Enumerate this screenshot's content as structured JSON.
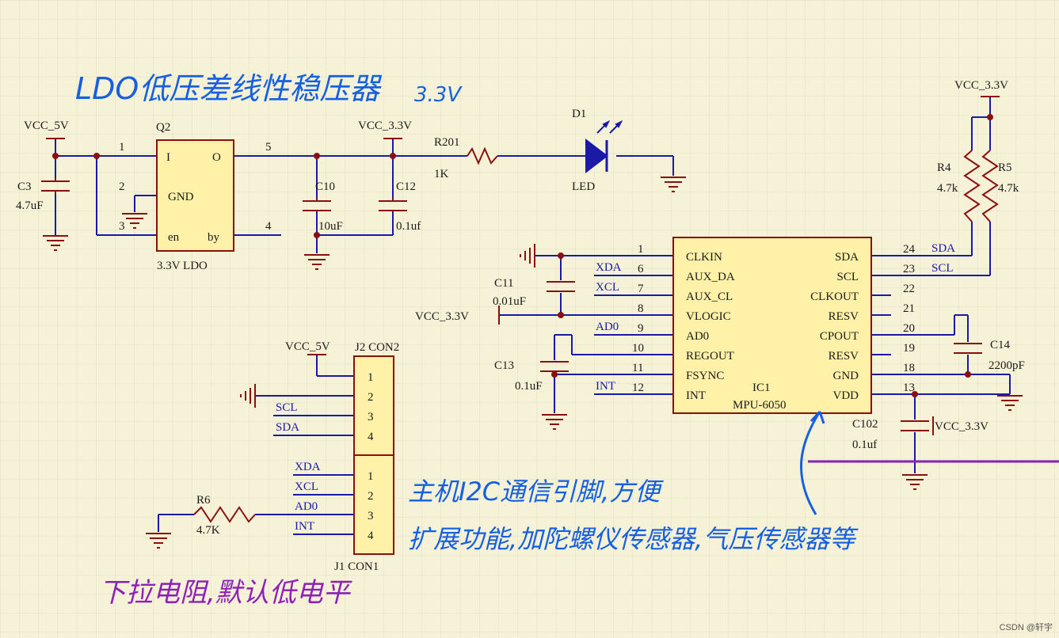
{
  "colors": {
    "wire": "#1a1aa6",
    "part": "#8a1010",
    "text": "#1a1a1a",
    "net": "#1a1aa6",
    "hand_blue": "#1560e0",
    "hand_purple": "#8e1fb8",
    "ic_fill": "#fff2a8",
    "grid": "#e3dfbf",
    "bg": "#f6f2d8"
  },
  "annotations": {
    "ldo_title": "LDO低压差线性稳压器",
    "v33": "3.3V",
    "i2c_note_1": "主机I2C通信引脚,方便",
    "i2c_note_2": "扩展功能,加陀螺仪传感器,气压传感器等",
    "pulldown_note": "下拉电阻,默认低电平"
  },
  "nets": {
    "vcc5": "VCC_5V",
    "vcc33": "VCC_3.3V",
    "sda": "SDA",
    "scl": "SCL",
    "xda": "XDA",
    "xcl": "XCL",
    "ad0": "AD0",
    "int": "INT"
  },
  "q2": {
    "ref": "Q2",
    "value": "3.3V LDO",
    "pin_i": "I",
    "pin_o": "O",
    "pin_gnd": "GND",
    "pin_en": "en",
    "pin_by": "by",
    "n1": "1",
    "n2": "2",
    "n3": "3",
    "n4": "4",
    "n5": "5"
  },
  "c3": {
    "ref": "C3",
    "value": "4.7uF"
  },
  "c10": {
    "ref": "C10",
    "value": "10uF"
  },
  "c12": {
    "ref": "C12",
    "value": "0.1uf"
  },
  "r201": {
    "ref": "R201",
    "value": "1K"
  },
  "d1": {
    "ref": "D1",
    "value": "LED"
  },
  "r4": {
    "ref": "R4",
    "value": "4.7k"
  },
  "r5": {
    "ref": "R5",
    "value": "4.7k"
  },
  "c11": {
    "ref": "C11",
    "value": "0.01uF"
  },
  "c13": {
    "ref": "C13",
    "value": "0.1uF"
  },
  "c14": {
    "ref": "C14",
    "value": "2200pF"
  },
  "c102": {
    "ref": "C102",
    "value": "0.1uf"
  },
  "r6": {
    "ref": "R6",
    "value": "4.7K"
  },
  "ic1": {
    "ref": "IC1",
    "value": "MPU-6050",
    "left_pins": [
      {
        "num": "1",
        "name": "CLKIN"
      },
      {
        "num": "6",
        "name": "AUX_DA"
      },
      {
        "num": "7",
        "name": "AUX_CL"
      },
      {
        "num": "8",
        "name": "VLOGIC"
      },
      {
        "num": "9",
        "name": "AD0"
      },
      {
        "num": "10",
        "name": "REGOUT"
      },
      {
        "num": "11",
        "name": "FSYNC"
      },
      {
        "num": "12",
        "name": "INT"
      }
    ],
    "right_pins": [
      {
        "num": "24",
        "name": "SDA"
      },
      {
        "num": "23",
        "name": "SCL"
      },
      {
        "num": "22",
        "name": "CLKOUT"
      },
      {
        "num": "21",
        "name": "RESV"
      },
      {
        "num": "20",
        "name": "CPOUT"
      },
      {
        "num": "19",
        "name": "RESV"
      },
      {
        "num": "18",
        "name": "GND"
      },
      {
        "num": "13",
        "name": "VDD"
      }
    ]
  },
  "j2": {
    "label": "J2 CON2",
    "pins": [
      "1",
      "2",
      "3",
      "4"
    ]
  },
  "j1": {
    "label": "J1 CON1",
    "pins": [
      "1",
      "2",
      "3",
      "4"
    ]
  },
  "watermark": "CSDN @轩宇"
}
